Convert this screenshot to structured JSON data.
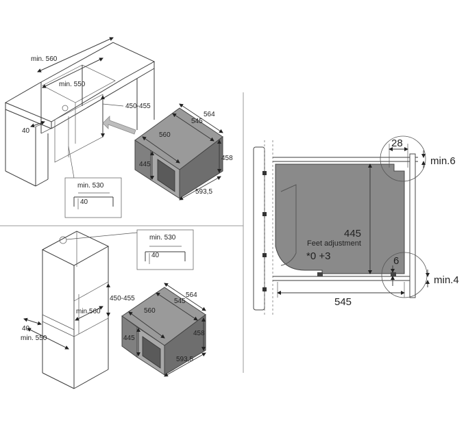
{
  "top_left": {
    "cabinet_width": "min. 560",
    "cabinet_depth": "min. 550",
    "opening_height": "450-455",
    "side_gap": "40",
    "detail_width": "min. 530",
    "detail_gap": "40",
    "oven_depth_total": "564",
    "oven_depth": "545",
    "oven_width": "560",
    "oven_front_height": "445",
    "oven_total_height": "458",
    "oven_front_width": "593,5"
  },
  "bottom_left": {
    "detail_width": "min. 530",
    "detail_gap": "40",
    "opening_height": "450-455",
    "cabinet_width": "min.560",
    "side_gap": "40",
    "cabinet_depth": "min. 550",
    "oven_depth_total": "564",
    "oven_depth": "545",
    "oven_width": "560",
    "oven_front_height": "445",
    "oven_total_height": "458",
    "oven_front_width": "593,5"
  },
  "side_view": {
    "top_offset": "28",
    "top_clearance": "min.6",
    "body_height": "445",
    "feet_label": "Feet adjustment",
    "feet_range": "*0 +3",
    "bottom_offset": "6",
    "bottom_clearance": "min.4",
    "body_depth": "545"
  }
}
